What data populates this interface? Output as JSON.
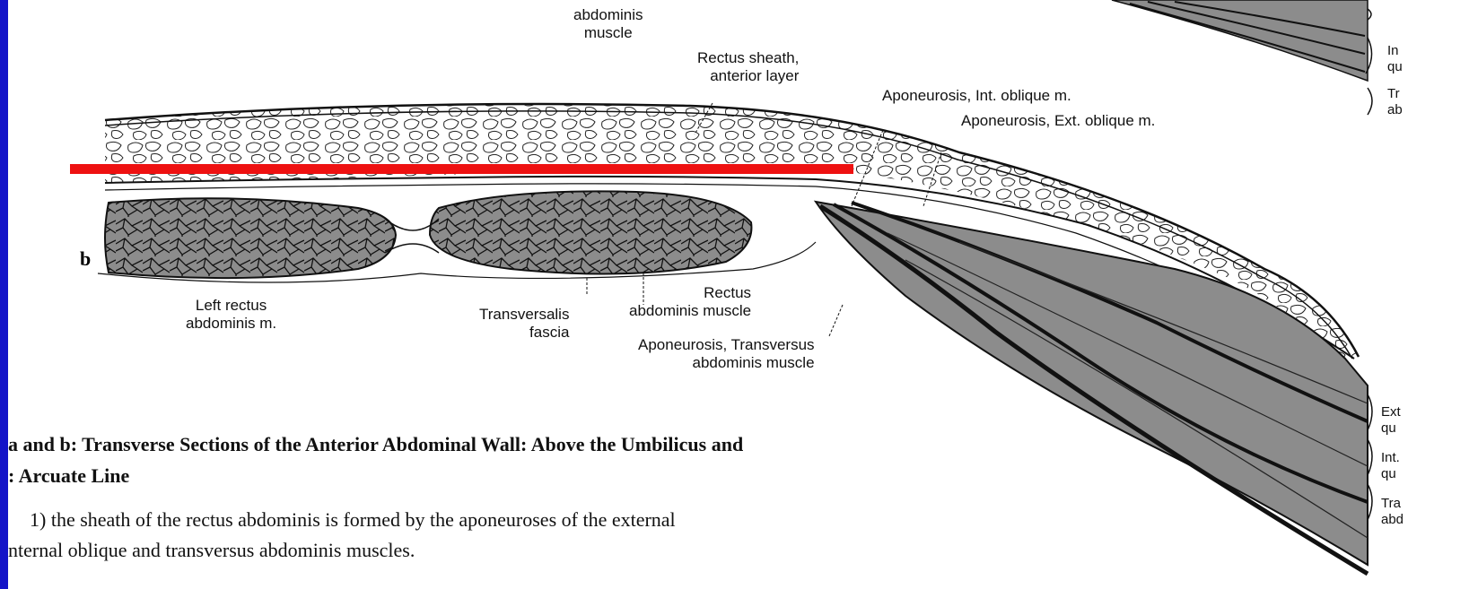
{
  "labels": {
    "rectus_top": [
      "abdominis",
      "muscle"
    ],
    "rectus_sheath_anterior": [
      "Rectus sheath,",
      "anterior layer"
    ],
    "aponeurosis_int_oblique": "Aponeurosis, Int. oblique m.",
    "aponeurosis_ext_oblique": "Aponeurosis, Ext. oblique m.",
    "figure_letter": "b",
    "left_rectus": [
      "Left rectus",
      "abdominis m."
    ],
    "transversalis_fascia": [
      "Transversalis",
      "fascia"
    ],
    "rectus_abdominis_muscle": [
      "Rectus",
      "abdominis muscle"
    ],
    "aponeurosis_transversus": [
      "Aponeurosis, Transversus",
      "abdominis muscle"
    ]
  },
  "side_labels": {
    "top_right": [
      "In",
      "qu",
      "Tr",
      "ab"
    ],
    "bottom_right": [
      "Ext",
      "qu",
      "Int.",
      "qu",
      "Tra",
      "abd"
    ]
  },
  "caption": {
    "title_line1": "a and b: Transverse Sections of the Anterior Abdominal Wall: Above the Umbilicus and",
    "title_line2": ": Arcuate Line",
    "body_line1": "1) the sheath of the rectus abdominis is formed by the aponeuroses of the external",
    "body_line2": "nternal oblique and transversus abdominis muscles."
  },
  "colors": {
    "background": "#1414c8",
    "panel": "#ffffff",
    "muscle_fill": "#8c8c8c",
    "highlight_line": "#ee1111"
  }
}
